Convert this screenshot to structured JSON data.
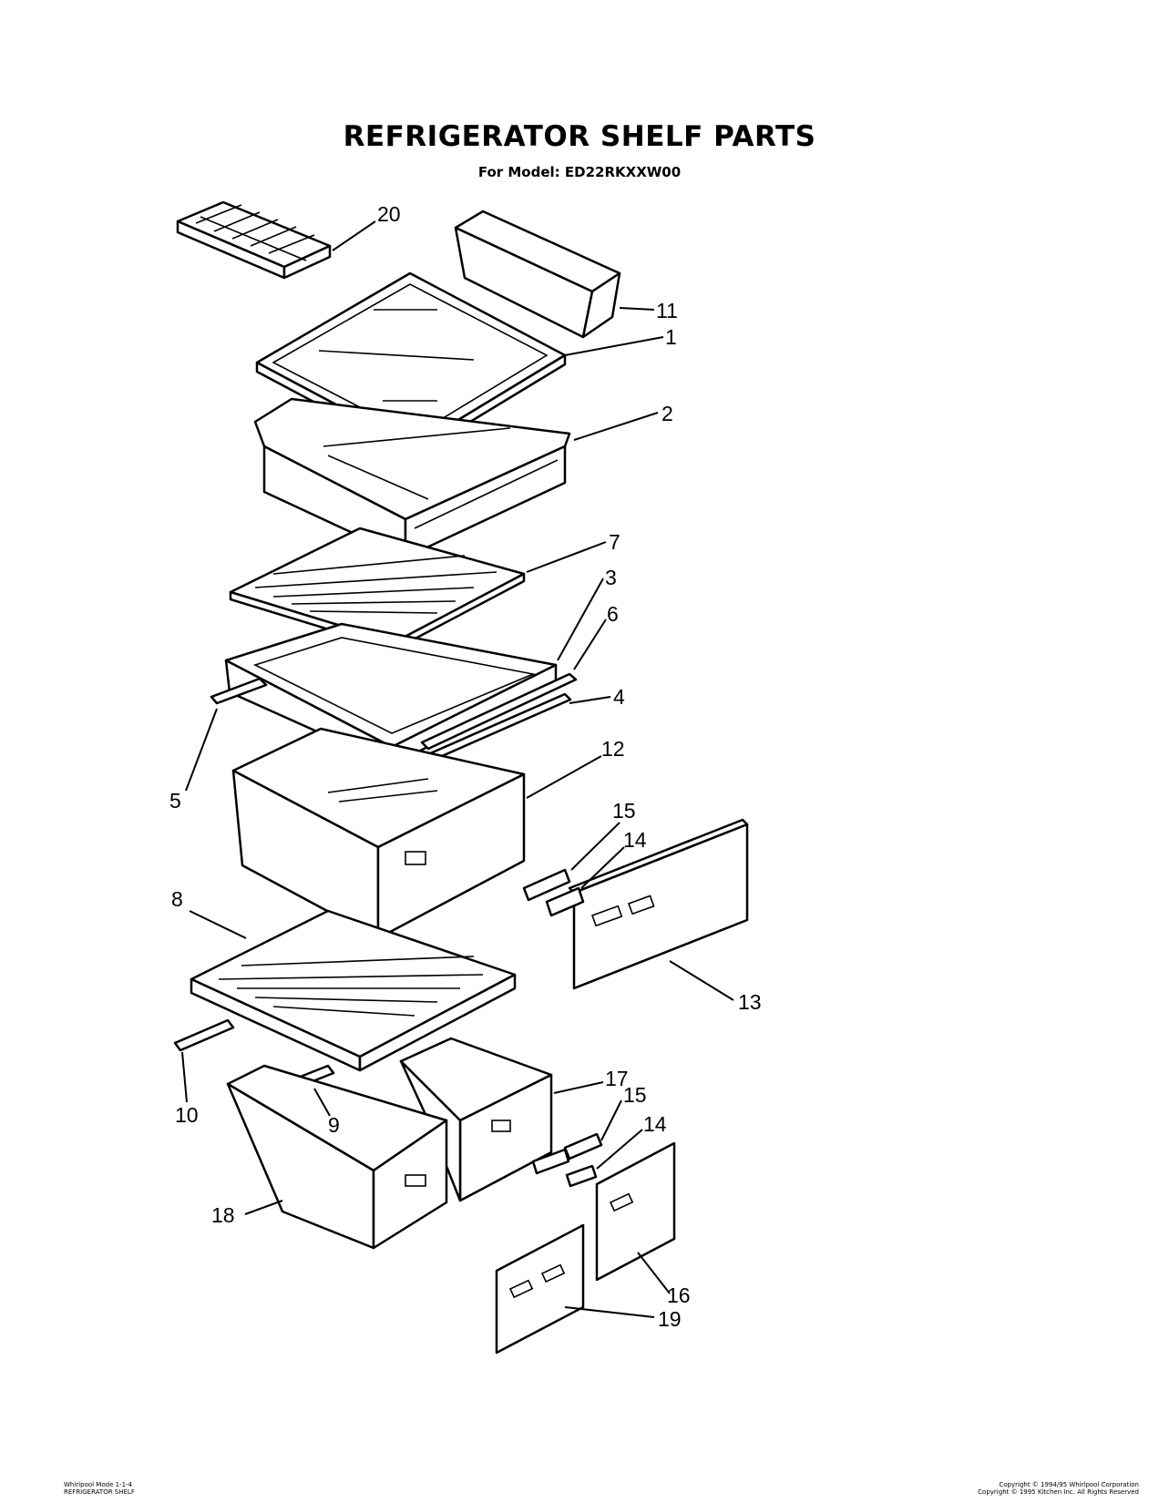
{
  "header": {
    "title": "REFRIGERATOR SHELF PARTS",
    "subtitle": "For Model: ED22RKXXW00"
  },
  "callouts": {
    "c1": "1",
    "c2": "2",
    "c3": "3",
    "c4": "4",
    "c5": "5",
    "c6": "6",
    "c7": "7",
    "c8": "8",
    "c9": "9",
    "c10": "10",
    "c11": "11",
    "c12": "12",
    "c13": "13",
    "c14a": "14",
    "c14b": "14",
    "c15a": "15",
    "c15b": "15",
    "c16": "16",
    "c17": "17",
    "c18": "18",
    "c19": "19",
    "c20": "20"
  },
  "footer": {
    "left_line1": "Whirlpool Mode 1-1-4",
    "left_line2": "REFRIGERATOR SHELF",
    "right_line1": "Copyright © 1994/95 Whirlpool Corporation",
    "right_line2": "Copyright © 1995 Kitchen Inc. All Rights Reserved"
  }
}
